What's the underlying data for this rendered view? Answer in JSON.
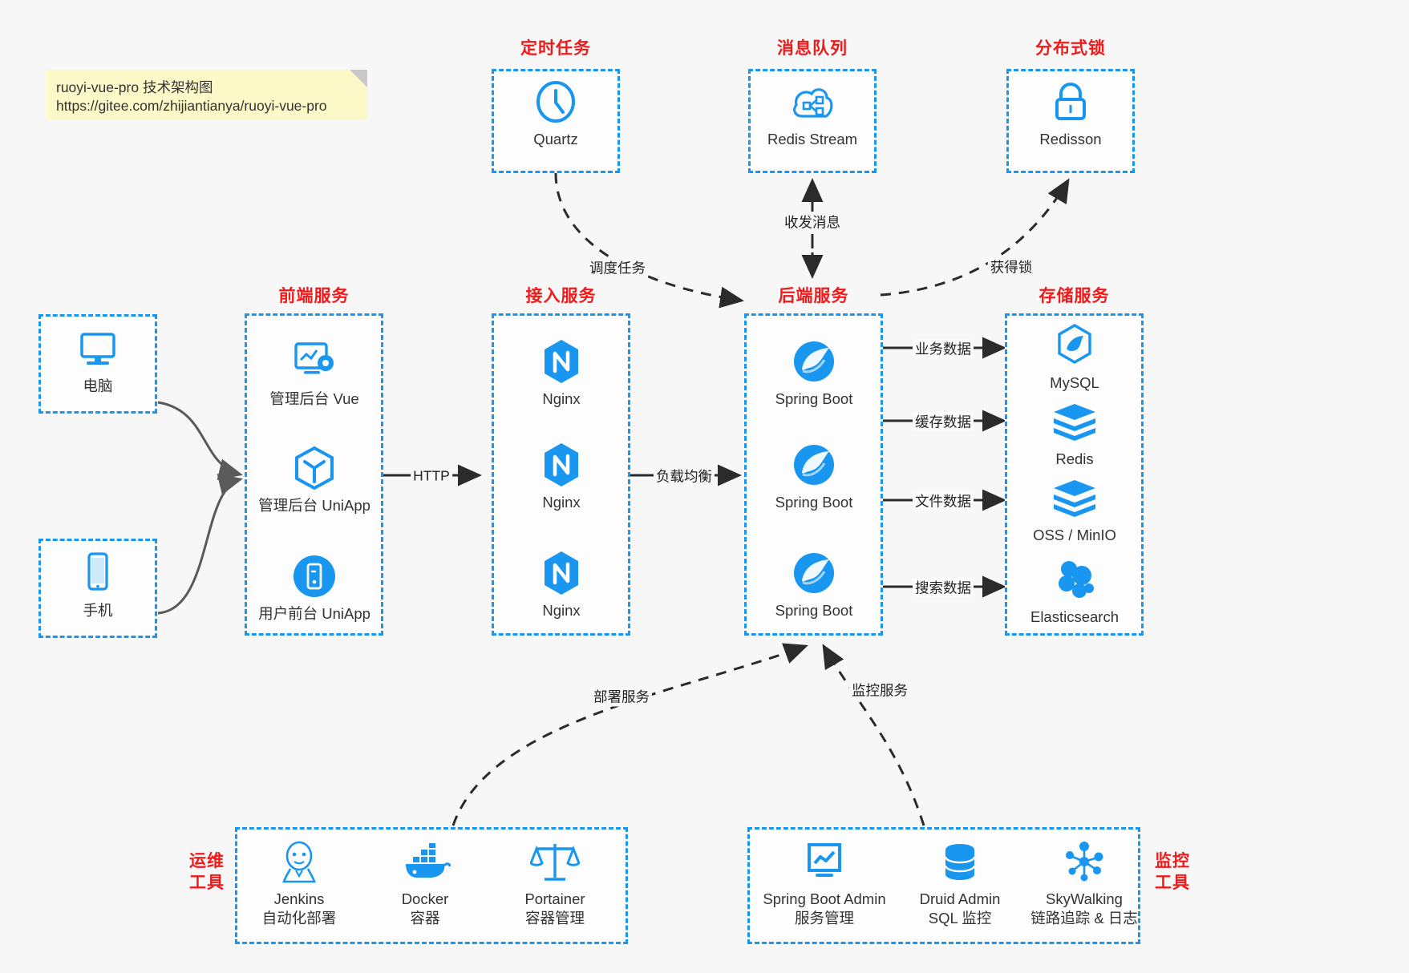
{
  "note": {
    "line1": "ruoyi-vue-pro 技术架构图",
    "line2": "https://gitee.com/zhijiantianya/ruoyi-vue-pro"
  },
  "colors": {
    "accent_blue": "#1896f0",
    "title_red": "#ef1b1b",
    "canvas": "#f7f7f7",
    "note_yellow": "#fcf8c8",
    "edge_dark": "#2b2b2b",
    "edge_gray": "#5a5a5a"
  },
  "groups": {
    "scheduler": {
      "title": "定时任务"
    },
    "mq": {
      "title": "消息队列"
    },
    "lock": {
      "title": "分布式锁"
    },
    "frontend": {
      "title": "前端服务"
    },
    "gateway": {
      "title": "接入服务"
    },
    "backend": {
      "title": "后端服务"
    },
    "storage": {
      "title": "存储服务"
    },
    "devops": {
      "title": "运维\n工具",
      "title_l1": "运维",
      "title_l2": "工具"
    },
    "monitor": {
      "title": "监控\n工具",
      "title_l1": "监控",
      "title_l2": "工具"
    }
  },
  "nodes": {
    "quartz": {
      "label": "Quartz",
      "icon": "clock-icon"
    },
    "redis_stream": {
      "label": "Redis Stream",
      "icon": "cloud-stream-icon"
    },
    "redisson": {
      "label": "Redisson",
      "icon": "lock-icon"
    },
    "pc": {
      "label": "电脑",
      "icon": "desktop-monitor-icon"
    },
    "phone": {
      "label": "手机",
      "icon": "smartphone-icon"
    },
    "admin_vue": {
      "label": "管理后台 Vue",
      "icon": "dashboard-gear-icon"
    },
    "admin_uniapp": {
      "label": "管理后台 UniApp",
      "icon": "uniapp-cube-icon"
    },
    "user_uniapp": {
      "label": "用户前台 UniApp",
      "icon": "mobile-app-icon"
    },
    "nginx1": {
      "label": "Nginx",
      "icon": "nginx-icon"
    },
    "nginx2": {
      "label": "Nginx",
      "icon": "nginx-icon"
    },
    "nginx3": {
      "label": "Nginx",
      "icon": "nginx-icon"
    },
    "spring1": {
      "label": "Spring Boot",
      "icon": "spring-leaf-icon"
    },
    "spring2": {
      "label": "Spring Boot",
      "icon": "spring-leaf-icon"
    },
    "spring3": {
      "label": "Spring Boot",
      "icon": "spring-leaf-icon"
    },
    "mysql": {
      "label": "MySQL",
      "icon": "mysql-dolphin-icon"
    },
    "redis": {
      "label": "Redis",
      "icon": "redis-stack-icon"
    },
    "oss": {
      "label": "OSS / MinIO",
      "icon": "redis-stack-icon"
    },
    "elasticsearch": {
      "label": "Elasticsearch",
      "icon": "elasticsearch-icon"
    },
    "jenkins": {
      "label": "Jenkins",
      "sub": "自动化部署",
      "icon": "jenkins-butler-icon"
    },
    "docker": {
      "label": "Docker",
      "sub": "容器",
      "icon": "docker-whale-icon"
    },
    "portainer": {
      "label": "Portainer",
      "sub": "容器管理",
      "icon": "portainer-scale-icon"
    },
    "sba": {
      "label": "Spring Boot Admin",
      "sub": "服务管理",
      "icon": "monitor-chart-icon"
    },
    "druid": {
      "label": "Druid Admin",
      "sub": "SQL 监控",
      "icon": "database-icon"
    },
    "skywalking": {
      "label": "SkyWalking",
      "sub": "链路追踪 & 日志",
      "icon": "skywalking-node-icon"
    }
  },
  "edges": {
    "schedule_task": "调度任务",
    "send_receive_msg": "收发消息",
    "acquire_lock": "获得锁",
    "http": "HTTP",
    "load_balance": "负载均衡",
    "business_data": "业务数据",
    "cache_data": "缓存数据",
    "file_data": "文件数据",
    "search_data": "搜索数据",
    "deploy_service": "部署服务",
    "monitor_service": "监控服务"
  }
}
